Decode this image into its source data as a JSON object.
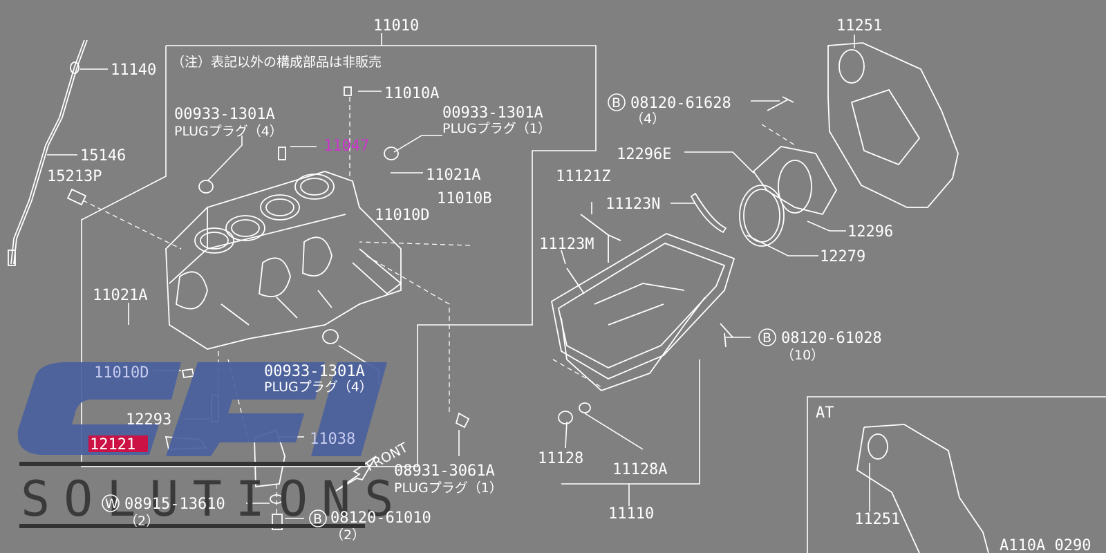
{
  "diagram": {
    "labels": [
      {
        "id": "11010",
        "text": "11010"
      },
      {
        "id": "note",
        "text": "（注）表記以外の構成部品は非販売"
      },
      {
        "id": "11140",
        "text": "11140"
      },
      {
        "id": "11010A",
        "text": "11010A"
      },
      {
        "id": "00933-top-l",
        "text": "00933-1301A"
      },
      {
        "id": "plug4-top",
        "text": "PLUGプラグ（4）"
      },
      {
        "id": "00933-top-r",
        "text": "00933-1301A"
      },
      {
        "id": "plug1-top",
        "text": "PLUGプラグ（1）"
      },
      {
        "id": "11047",
        "text": "11047"
      },
      {
        "id": "15146",
        "text": "15146"
      },
      {
        "id": "15213P",
        "text": "15213P"
      },
      {
        "id": "11021A-r",
        "text": "11021A"
      },
      {
        "id": "11010B",
        "text": "11010B"
      },
      {
        "id": "11010D-r",
        "text": "11010D"
      },
      {
        "id": "11021A-l",
        "text": "11021A"
      },
      {
        "id": "11010D-l",
        "text": "11010D"
      },
      {
        "id": "00933-bot",
        "text": "00933-1301A"
      },
      {
        "id": "plug4-bot",
        "text": "PLUGプラグ（4）"
      },
      {
        "id": "12293",
        "text": "12293"
      },
      {
        "id": "12121",
        "text": "12121"
      },
      {
        "id": "11038",
        "text": "11038"
      },
      {
        "id": "front",
        "text": "FRONT"
      },
      {
        "id": "08931",
        "text": "08931-3061A"
      },
      {
        "id": "plug1-bot",
        "text": "PLUGプラグ（1）"
      },
      {
        "id": "08915",
        "text": "08915-13610"
      },
      {
        "id": "qty2-w",
        "text": "（2）"
      },
      {
        "id": "08120-61010",
        "text": "08120-61010"
      },
      {
        "id": "qty2-b",
        "text": "（2）"
      },
      {
        "id": "08120-61628",
        "text": "08120-61628"
      },
      {
        "id": "qty4",
        "text": "（4）"
      },
      {
        "id": "12296E",
        "text": "12296E"
      },
      {
        "id": "11121Z",
        "text": "11121Z"
      },
      {
        "id": "11123N",
        "text": "11123N"
      },
      {
        "id": "11123M",
        "text": "11123M"
      },
      {
        "id": "12296",
        "text": "12296"
      },
      {
        "id": "12279",
        "text": "12279"
      },
      {
        "id": "11251-top",
        "text": "11251"
      },
      {
        "id": "08120-61028",
        "text": "08120-61028"
      },
      {
        "id": "qty10",
        "text": "（10）"
      },
      {
        "id": "11128",
        "text": "11128"
      },
      {
        "id": "11128A",
        "text": "11128A"
      },
      {
        "id": "11110",
        "text": "11110"
      },
      {
        "id": "AT",
        "text": "AT"
      },
      {
        "id": "11251-bot",
        "text": "11251"
      },
      {
        "id": "code",
        "text": "A110A 0290"
      }
    ],
    "circled": {
      "b": "B",
      "w": "W"
    }
  },
  "watermark": {
    "logo_text": "EFI",
    "tagline": "SOLUTIONS"
  },
  "colors": {
    "background": "#808080",
    "line": "#ffffff",
    "highlight_text": "#cc33cc",
    "highlight_box": "#cc1144",
    "logo_blue": "#4a5f9e"
  }
}
